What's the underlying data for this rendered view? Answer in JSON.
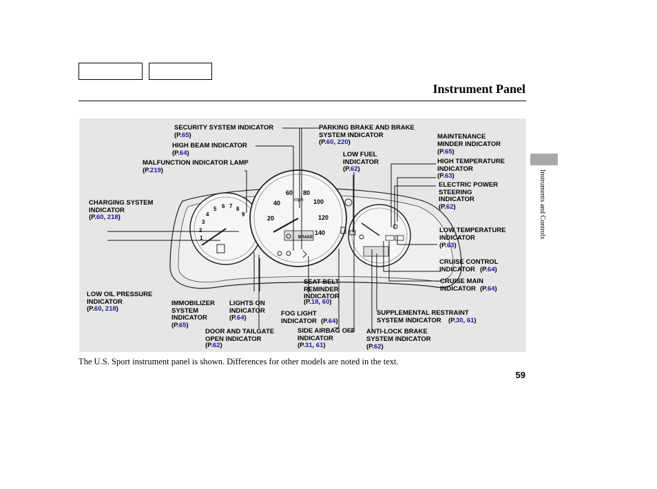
{
  "header": {
    "title": "Instrument Panel"
  },
  "side_label": "Instruments and Controls",
  "caption": "The U.S. Sport instrument panel is shown. Differences for other models are noted in the text.",
  "page_number": "59",
  "cluster_text": {
    "mph": "mph",
    "brake": "BRAKE"
  },
  "labels": [
    {
      "id": "security-system-indicator",
      "name": "SECURITY SYSTEM INDICATOR",
      "ref": "(P.65)"
    },
    {
      "id": "high-beam-indicator",
      "name": "HIGH BEAM INDICATOR",
      "ref": "(P.64)"
    },
    {
      "id": "malfunction-indicator-lamp",
      "name": "MALFUNCTION INDICATOR LAMP",
      "ref": "(P.219)"
    },
    {
      "id": "charging-system-indicator",
      "name": "CHARGING SYSTEM\nINDICATOR",
      "ref": "(P.60, 218)"
    },
    {
      "id": "low-oil-pressure-indicator",
      "name": "LOW OIL PRESSURE\nINDICATOR",
      "ref": "(P.60, 218)"
    },
    {
      "id": "immobilizer-system-indicator",
      "name": "IMMOBILIZER\nSYSTEM\nINDICATOR",
      "ref": "(P.65)"
    },
    {
      "id": "lights-on-indicator",
      "name": "LIGHTS ON\nINDICATOR",
      "ref": "(P.64)"
    },
    {
      "id": "door-and-tailgate-open-indicator",
      "name": "DOOR AND TAILGATE\nOPEN INDICATOR",
      "ref": "(P.62)"
    },
    {
      "id": "fog-light-indicator",
      "name": "FOG LIGHT\nINDICATOR",
      "ref": "(P.64)"
    },
    {
      "id": "seat-belt-reminder-indicator",
      "name": "SEAT BELT\nREMINDER\nINDICATOR",
      "ref": "(P.18, 60)"
    },
    {
      "id": "side-airbag-off-indicator",
      "name": "SIDE AIRBAG OFF\nINDICATOR",
      "ref": "(P.31, 61)"
    },
    {
      "id": "parking-brake-and-brake-system-indicator",
      "name": "PARKING BRAKE AND BRAKE\nSYSTEM INDICATOR",
      "ref": "(P.60, 220)"
    },
    {
      "id": "low-fuel-indicator",
      "name": "LOW FUEL\nINDICATOR",
      "ref": "(P.62)"
    },
    {
      "id": "maintenance-minder-indicator",
      "name": "MAINTENANCE\nMINDER INDICATOR",
      "ref": "(P.65)"
    },
    {
      "id": "high-temperature-indicator",
      "name": "HIGH TEMPERATURE\nINDICATOR",
      "ref": "(P.63)"
    },
    {
      "id": "electric-power-steering-indicator",
      "name": "ELECTRIC POWER\nSTEERING\nINDICATOR",
      "ref": "(P.62)"
    },
    {
      "id": "low-temperature-indicator",
      "name": "LOW TEMPERATURE\nINDICATOR",
      "ref": "(P.63)"
    },
    {
      "id": "cruise-control-indicator",
      "name": "CRUISE CONTROL\nINDICATOR",
      "ref": "(P.64)"
    },
    {
      "id": "cruise-main-indicator",
      "name": "CRUISE MAIN\nINDICATOR",
      "ref": "(P.64)"
    },
    {
      "id": "supplemental-restraint-system-indicator",
      "name": "SUPPLEMENTAL RESTRAINT\nSYSTEM INDICATOR",
      "ref": "(P.30, 61)"
    },
    {
      "id": "anti-lock-brake-system-indicator",
      "name": "ANTI-LOCK BRAKE\nSYSTEM INDICATOR",
      "ref": "(P.62)"
    }
  ],
  "tach_numbers": [
    "1",
    "2",
    "3",
    "4",
    "5",
    "6",
    "7",
    "8",
    "9"
  ],
  "speedo_numbers": [
    "20",
    "40",
    "60",
    "80",
    "100",
    "120",
    "140"
  ],
  "colors": {
    "figure_bg": "#e6e6e6",
    "ref_blue": "#1a1aa6",
    "side_tab": "#a9a9a9"
  }
}
